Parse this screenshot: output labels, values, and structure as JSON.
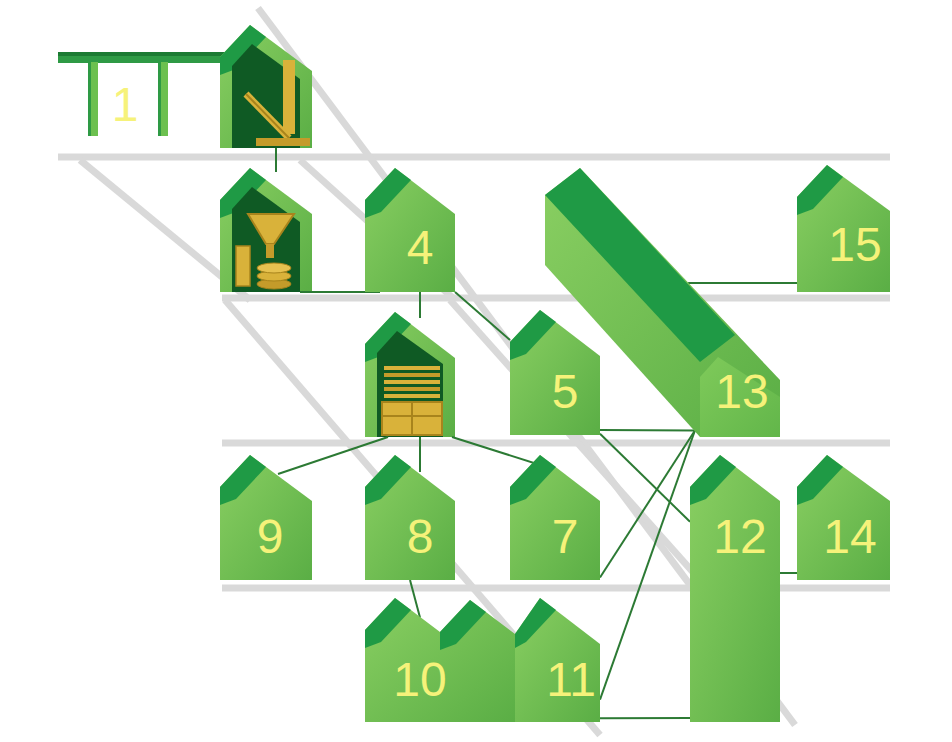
{
  "diagram": {
    "nodes": [
      {
        "text": [
          "1"
        ]
      },
      {
        "text": [
          "4"
        ]
      },
      {
        "text": [
          "5"
        ]
      },
      {
        "text": [
          "7"
        ]
      },
      {
        "text": [
          "8"
        ]
      },
      {
        "text": [
          "9"
        ]
      },
      {
        "text": [
          "10"
        ]
      },
      {
        "text": [
          "11"
        ]
      },
      {
        "text": [
          "12"
        ]
      },
      {
        "text": [
          "13"
        ]
      },
      {
        "text": [
          "14"
        ]
      },
      {
        "text": [
          "15"
        ]
      }
    ],
    "edges": [
      {
        "from": 1,
        "to": 2,
        "arrow": "none"
      },
      {
        "from": 4,
        "to": 6,
        "arrow": "none"
      },
      {
        "from": 9,
        "to": 11,
        "arrow": "none"
      },
      {
        "from": 8,
        "to": 10,
        "arrow": "none"
      },
      {
        "from": 2,
        "to": 9,
        "arrow": "none"
      },
      {
        "from": 2,
        "to": 8,
        "arrow": "none"
      },
      {
        "from": 3,
        "to": 9,
        "arrow": "none"
      },
      {
        "from": 7,
        "to": 9,
        "arrow": "none"
      },
      {
        "from": 7,
        "to": 8,
        "arrow": "none"
      }
    ]
  }
}
